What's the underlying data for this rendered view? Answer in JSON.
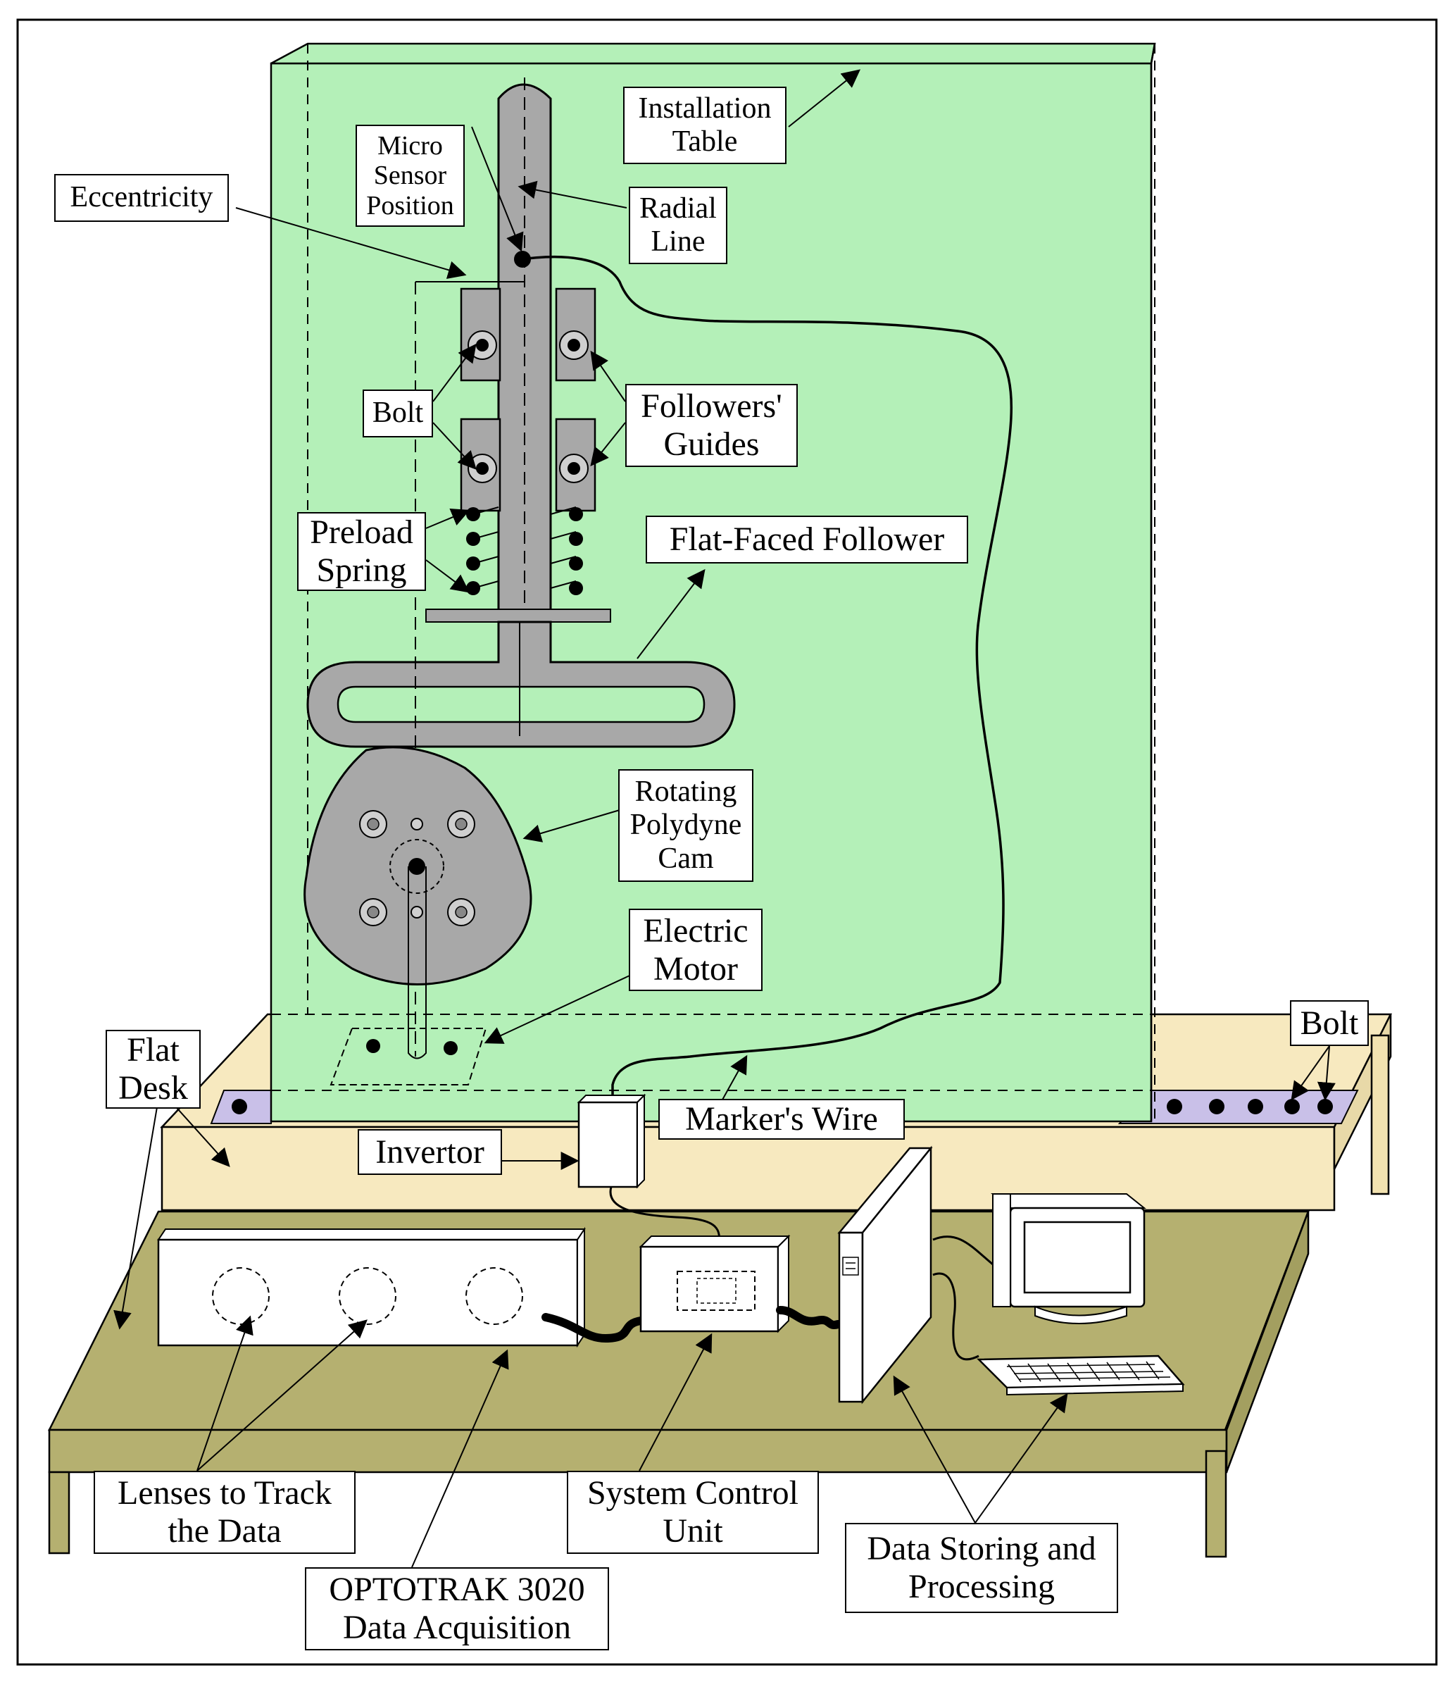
{
  "colors": {
    "table_green": "#b4f0b8",
    "desk_tan": "#f7e9bf",
    "bench_olive": "#b5b070",
    "bolt_strip": "#c9c0e8",
    "part_gray": "#a8a8a8",
    "outline": "#000000"
  },
  "labels": {
    "installation_table": [
      "Installation",
      "Table"
    ],
    "micro_sensor": [
      "Micro",
      "Sensor",
      "Position"
    ],
    "radial_line": [
      "Radial",
      "Line"
    ],
    "eccentricity": [
      "Eccentricity"
    ],
    "bolt_left": [
      "Bolt"
    ],
    "followers_guides": [
      "Followers'",
      "Guides"
    ],
    "preload_spring": [
      "Preload",
      "Spring"
    ],
    "flat_faced_follower": [
      "Flat-Faced Follower"
    ],
    "rotating_cam": [
      "Rotating",
      "Polydyne",
      "Cam"
    ],
    "electric_motor": [
      "Electric",
      "Motor"
    ],
    "flat_desk": [
      "Flat",
      "Desk"
    ],
    "bolt_right": [
      "Bolt"
    ],
    "invertor": [
      "Invertor"
    ],
    "markers_wire": [
      "Marker's Wire"
    ],
    "lenses": [
      "Lenses to Track",
      "the Data"
    ],
    "optotrak": [
      "OPTOTRAK 3020",
      "Data Acquisition"
    ],
    "system_control": [
      "System Control",
      "Unit"
    ],
    "data_storing": [
      "Data Storing and",
      "Processing"
    ]
  }
}
